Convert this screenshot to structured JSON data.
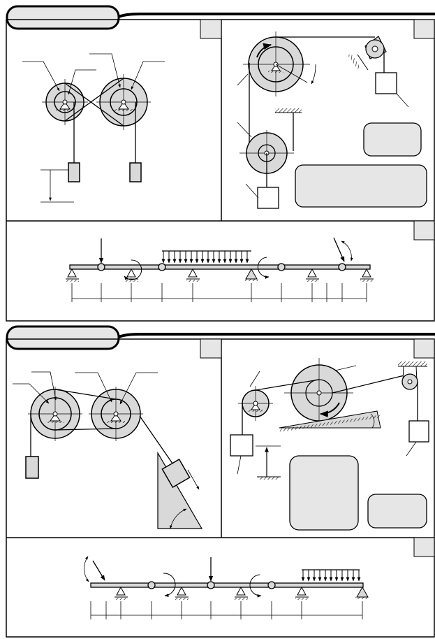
{
  "sheet": {
    "title": "",
    "variants": [
      {
        "header": "",
        "panels": [
          {
            "id": "A",
            "label": "",
            "kind": "two-pulley-crossed-belt"
          },
          {
            "id": "B",
            "label": "",
            "kind": "pulley-block-system",
            "info_box": "",
            "note_box": ""
          },
          {
            "id": "C",
            "label": "",
            "kind": "compound-beam"
          }
        ]
      },
      {
        "header": "",
        "panels": [
          {
            "id": "A",
            "label": "",
            "kind": "two-pulley-incline"
          },
          {
            "id": "B",
            "label": "",
            "kind": "pulley-drum-incline",
            "info_box": "",
            "note_box": ""
          },
          {
            "id": "C",
            "label": "",
            "kind": "compound-beam"
          }
        ]
      }
    ]
  },
  "colors": {
    "line": "#000000",
    "fill_gray": "#d9d9d9",
    "box_fill": "#e6e6e6",
    "header_fill": "#e6e6e6"
  },
  "icons": [
    "pin-support-icon",
    "roller-support-icon",
    "hinge-icon",
    "moment-arrow-icon",
    "distributed-load-icon",
    "ground-hatch-icon"
  ]
}
